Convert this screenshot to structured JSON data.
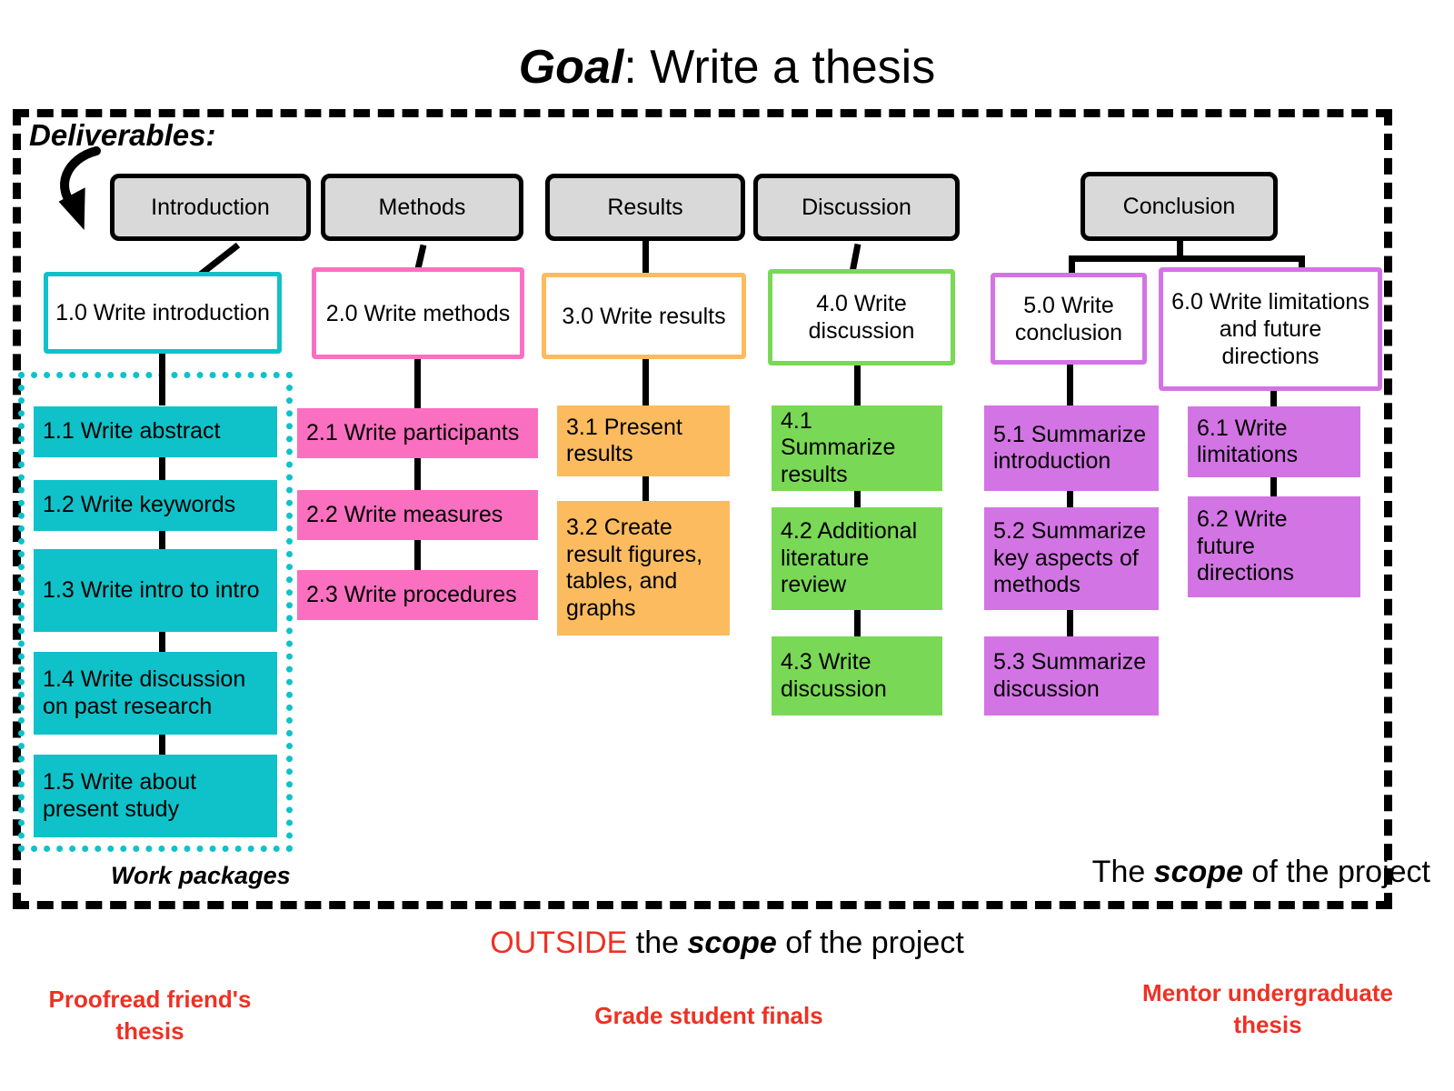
{
  "title": {
    "emphasis": "Goal",
    "rest": ": Write a thesis"
  },
  "labels": {
    "deliverables": "Deliverables:",
    "work_packages": "Work packages",
    "scope_inside_pre": "The ",
    "scope_inside_em": "scope",
    "scope_inside_post": " of the project",
    "outside_scope_red": "OUTSIDE",
    "outside_scope_mid": " the ",
    "outside_scope_em": "scope",
    "outside_scope_post": " of the project"
  },
  "colors": {
    "deliverable_fill": "#d9d9d9",
    "deliverable_border": "#000000",
    "introduction": "#0FC2C9",
    "methods": "#FB6FC0",
    "results": "#FCBB5E",
    "discussion": "#79D855",
    "conclusion": "#D374E4",
    "limitations": "#D374E4",
    "outside_scope_text": "#EE3124",
    "connector": "#000000"
  },
  "deliverables": [
    {
      "id": "introduction",
      "label": "Introduction"
    },
    {
      "id": "methods",
      "label": "Methods"
    },
    {
      "id": "results",
      "label": "Results"
    },
    {
      "id": "discussion",
      "label": "Discussion"
    },
    {
      "id": "conclusion",
      "label": "Conclusion"
    }
  ],
  "level1": [
    {
      "id": "1.0",
      "label": "1.0 Write introduction",
      "color": "#0FC2C9"
    },
    {
      "id": "2.0",
      "label": "2.0 Write methods",
      "color": "#FB6FC0"
    },
    {
      "id": "3.0",
      "label": "3.0 Write results",
      "color": "#FCBB5E"
    },
    {
      "id": "4.0",
      "label": "4.0 Write discussion",
      "color": "#79D855"
    },
    {
      "id": "5.0",
      "label": "5.0 Write conclusion",
      "color": "#D374E4"
    },
    {
      "id": "6.0",
      "label": "6.0 Write limitations and future directions",
      "color": "#D374E4"
    }
  ],
  "work_packages": {
    "introduction": [
      {
        "id": "1.1",
        "label": "1.1 Write abstract"
      },
      {
        "id": "1.2",
        "label": "1.2 Write keywords"
      },
      {
        "id": "1.3",
        "label": "1.3 Write intro to intro"
      },
      {
        "id": "1.4",
        "label": "1.4 Write discussion on past research"
      },
      {
        "id": "1.5",
        "label": "1.5 Write about present study"
      }
    ],
    "methods": [
      {
        "id": "2.1",
        "label": "2.1 Write participants"
      },
      {
        "id": "2.2",
        "label": "2.2 Write measures"
      },
      {
        "id": "2.3",
        "label": "2.3 Write procedures"
      }
    ],
    "results": [
      {
        "id": "3.1",
        "label": "3.1 Present results"
      },
      {
        "id": "3.2",
        "label": "3.2 Create result figures, tables, and graphs"
      }
    ],
    "discussion": [
      {
        "id": "4.1",
        "label": "4.1 Summarize results"
      },
      {
        "id": "4.2",
        "label": "4.2 Additional literature review"
      },
      {
        "id": "4.3",
        "label": "4.3 Write discussion"
      }
    ],
    "conclusion": [
      {
        "id": "5.1",
        "label": "5.1 Summarize introduction"
      },
      {
        "id": "5.2",
        "label": "5.2 Summarize key aspects of methods"
      },
      {
        "id": "5.3",
        "label": "5.3 Summarize discussion"
      }
    ],
    "limitations": [
      {
        "id": "6.1",
        "label": "6.1 Write limitations"
      },
      {
        "id": "6.2",
        "label": "6.2 Write future directions"
      }
    ]
  },
  "outside_scope_items": [
    {
      "id": "proofread",
      "label": "Proofread friend's thesis"
    },
    {
      "id": "grade",
      "label": "Grade student finals"
    },
    {
      "id": "mentor",
      "label": "Mentor undergraduate thesis"
    }
  ]
}
